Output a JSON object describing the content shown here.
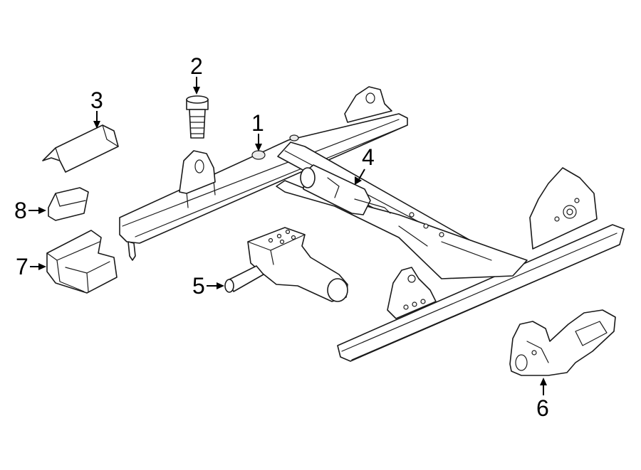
{
  "callouts": [
    {
      "id": "1",
      "label": "1",
      "part": "seat-track-frame"
    },
    {
      "id": "2",
      "label": "2",
      "part": "bolt"
    },
    {
      "id": "3",
      "label": "3",
      "part": "track-cover"
    },
    {
      "id": "4",
      "label": "4",
      "part": "power-seat-motor"
    },
    {
      "id": "5",
      "label": "5",
      "part": "power-seat-motor"
    },
    {
      "id": "6",
      "label": "6",
      "part": "motor-bracket"
    },
    {
      "id": "7",
      "label": "7",
      "part": "end-cover"
    },
    {
      "id": "8",
      "label": "8",
      "part": "end-cap"
    }
  ]
}
